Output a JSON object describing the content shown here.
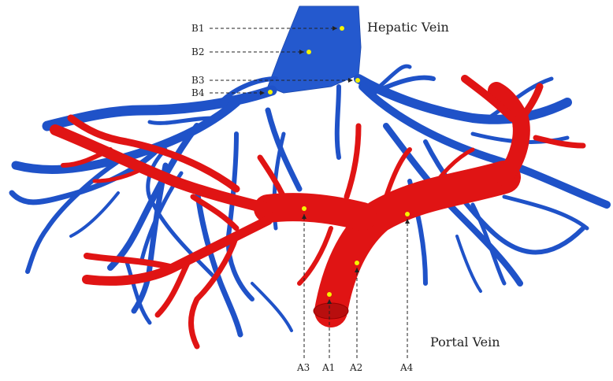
{
  "labels": {
    "hepatic_vein": "Hepatic Vein",
    "portal_vein": "Portal Vein"
  },
  "points_b": [
    "B1",
    "B2",
    "B3",
    "B4"
  ],
  "points_a": [
    "A3",
    "A1",
    "A2",
    "A4"
  ],
  "colors": {
    "hepatic": "#1f52c8",
    "portal": "#e01414",
    "marker": "#f5f500",
    "arrow": "#222222"
  }
}
